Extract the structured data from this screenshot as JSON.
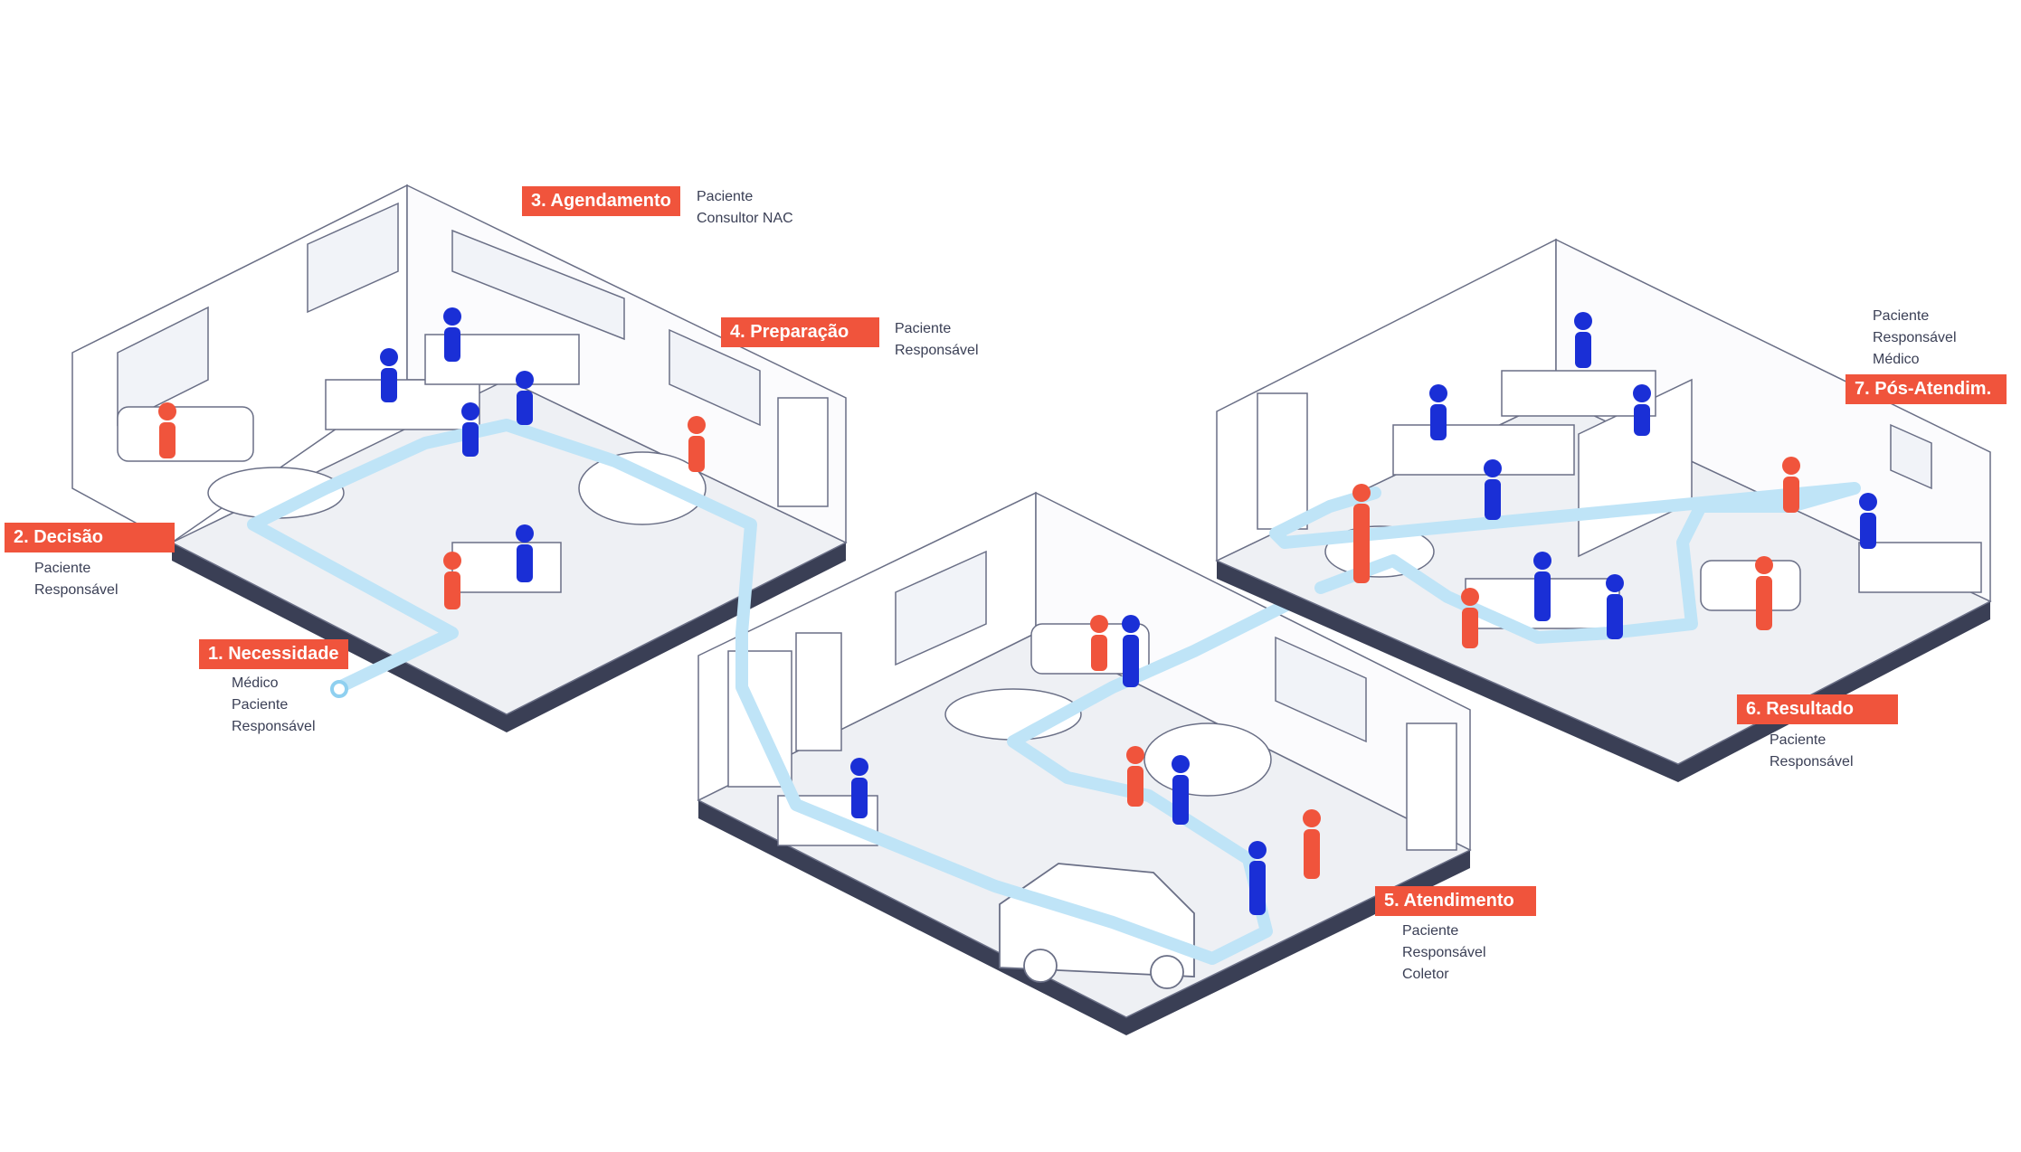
{
  "colors": {
    "accent_red": "#f0543c",
    "person_blue": "#1a2fd6",
    "path_blue": "#bfe4f7",
    "floor": "#eef0f4",
    "base_dark": "#3a3f55",
    "line": "#6a6f86"
  },
  "steps": [
    {
      "label": "1. Necessidade",
      "roles": [
        "Médico",
        "Paciente",
        "Responsável"
      ]
    },
    {
      "label": "2. Decisão",
      "roles": [
        "Paciente",
        "Responsável"
      ]
    },
    {
      "label": "3. Agendamento",
      "roles": [
        "Paciente",
        "Consultor NAC"
      ]
    },
    {
      "label": "4. Preparação",
      "roles": [
        "Paciente",
        "Responsável"
      ]
    },
    {
      "label": "5. Atendimento",
      "roles": [
        "Paciente",
        "Responsável",
        "Coletor"
      ]
    },
    {
      "label": "6. Resultado",
      "roles": [
        "Paciente",
        "Responsável"
      ]
    },
    {
      "label": "7. Pós-Atendim.",
      "roles": [
        "Paciente",
        "Responsável",
        "Médico"
      ]
    }
  ]
}
